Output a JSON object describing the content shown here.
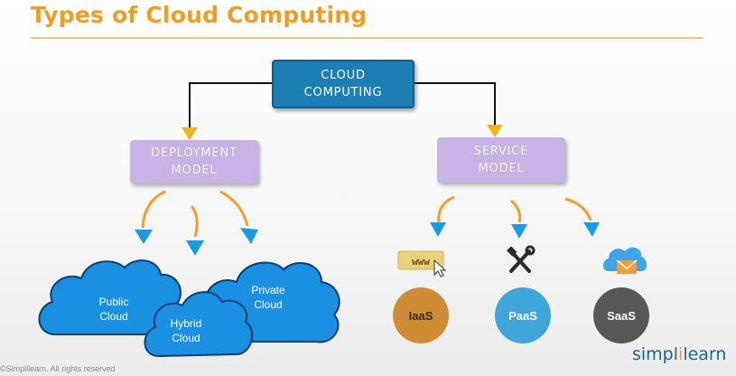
{
  "title": "Types of Cloud Computing",
  "root": {
    "line1": "Cloud",
    "line2": "Computing"
  },
  "deployment": {
    "line1": "Deployment",
    "line2": "Model",
    "clouds": [
      {
        "line1": "Public",
        "line2": "Cloud"
      },
      {
        "line1": "Hybrid",
        "line2": "Cloud"
      },
      {
        "line1": "Private",
        "line2": "Cloud"
      }
    ]
  },
  "service": {
    "line1": "Service",
    "line2": "Model",
    "types": [
      {
        "label": "IaaS",
        "icon": "www-cursor-icon",
        "icon_text": "www",
        "color": "#cf8c35"
      },
      {
        "label": "PaaS",
        "icon": "tools-icon",
        "color": "#3ea6d8"
      },
      {
        "label": "SaaS",
        "icon": "cloud-mail-icon",
        "color": "#575757"
      }
    ]
  },
  "brand": {
    "part1": "simpl",
    "part2": "i",
    "part3": "learn"
  },
  "footer": {
    "copyright": "©Simplilearn. All rights reserved"
  },
  "colors": {
    "title": "#f39c1f",
    "root_box": "#1d7eb3",
    "sub_box": "#c7b3e6",
    "arrow": "#f5b31b",
    "curved_arrow": "#f0a030",
    "arrowhead_blue": "#1a9be6",
    "cloud": "#1a90e2"
  }
}
